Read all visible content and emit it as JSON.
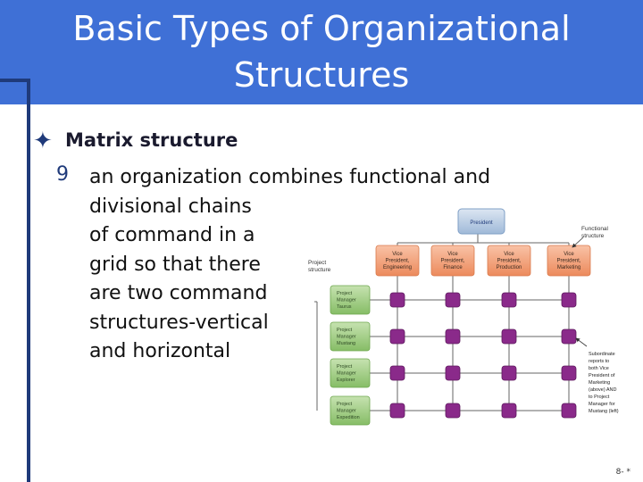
{
  "slide": {
    "title_line1": "Basic Types of Organizational",
    "title_line2": "Structures",
    "bullet_symbol": "✦",
    "bullet": "Matrix structure",
    "sub_number": "9",
    "sub_lines": [
      "an organization combines functional and",
      "divisional chains",
      "of command in a",
      "grid so that there",
      "are two command",
      "structures-vertical",
      "and horizontal"
    ],
    "page_number": "8- *"
  },
  "diagram": {
    "president": "President",
    "functional_label": [
      "Functional",
      "structure"
    ],
    "project_label": [
      "Project",
      "structure"
    ],
    "vps": [
      [
        "Vice",
        "President,",
        "Engineering"
      ],
      [
        "Vice",
        "President,",
        "Finance"
      ],
      [
        "Vice",
        "President,",
        "Production"
      ],
      [
        "Vice",
        "President,",
        "Marketing"
      ]
    ],
    "managers": [
      [
        "Project",
        "Manager",
        "Taurus"
      ],
      [
        "Project",
        "Manager",
        "Mustang"
      ],
      [
        "Project",
        "Manager",
        "Explorer"
      ],
      [
        "Project",
        "Manager",
        "Expedition"
      ]
    ],
    "subordinate_note": [
      "Subordinate",
      "reports to",
      "both Vice",
      "President of",
      "Marketing",
      "(above) AND",
      "to Project",
      "Manager for",
      "Mustang (left)"
    ],
    "colors": {
      "header": "#3f70d6",
      "vp_box": "#f4a07a",
      "manager_box": "#9ccb7e",
      "node": "#8a2a8a",
      "president_box": "#b8cce4"
    }
  }
}
